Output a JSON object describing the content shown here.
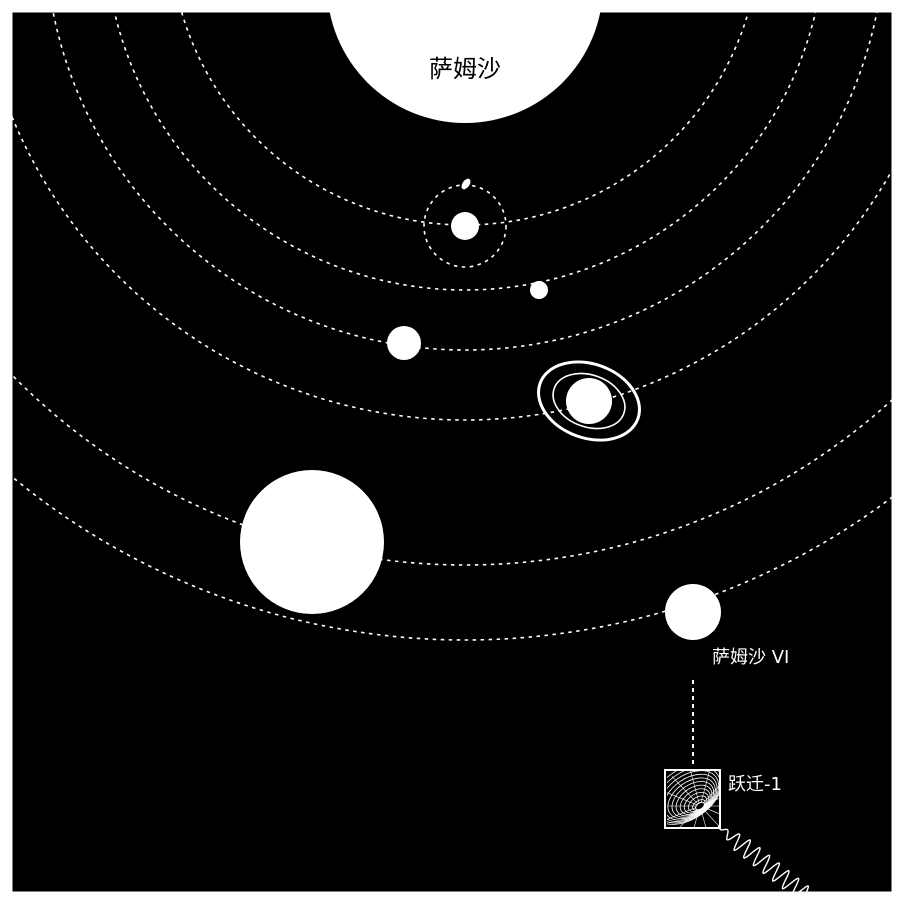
{
  "map": {
    "star": {
      "name": "萨姆沙"
    },
    "planets": [
      {
        "id": "planet-1",
        "has_moon": true
      },
      {
        "id": "planet-2"
      },
      {
        "id": "planet-3"
      },
      {
        "id": "planet-4",
        "ringed": true
      },
      {
        "id": "planet-5"
      },
      {
        "id": "planet-6",
        "name": "萨姆沙 VI",
        "selected": true
      }
    ],
    "jump_point": {
      "name": "跃迁-1"
    }
  },
  "colors": {
    "background": "#000000",
    "foreground": "#ffffff",
    "border": "#ffffff"
  }
}
